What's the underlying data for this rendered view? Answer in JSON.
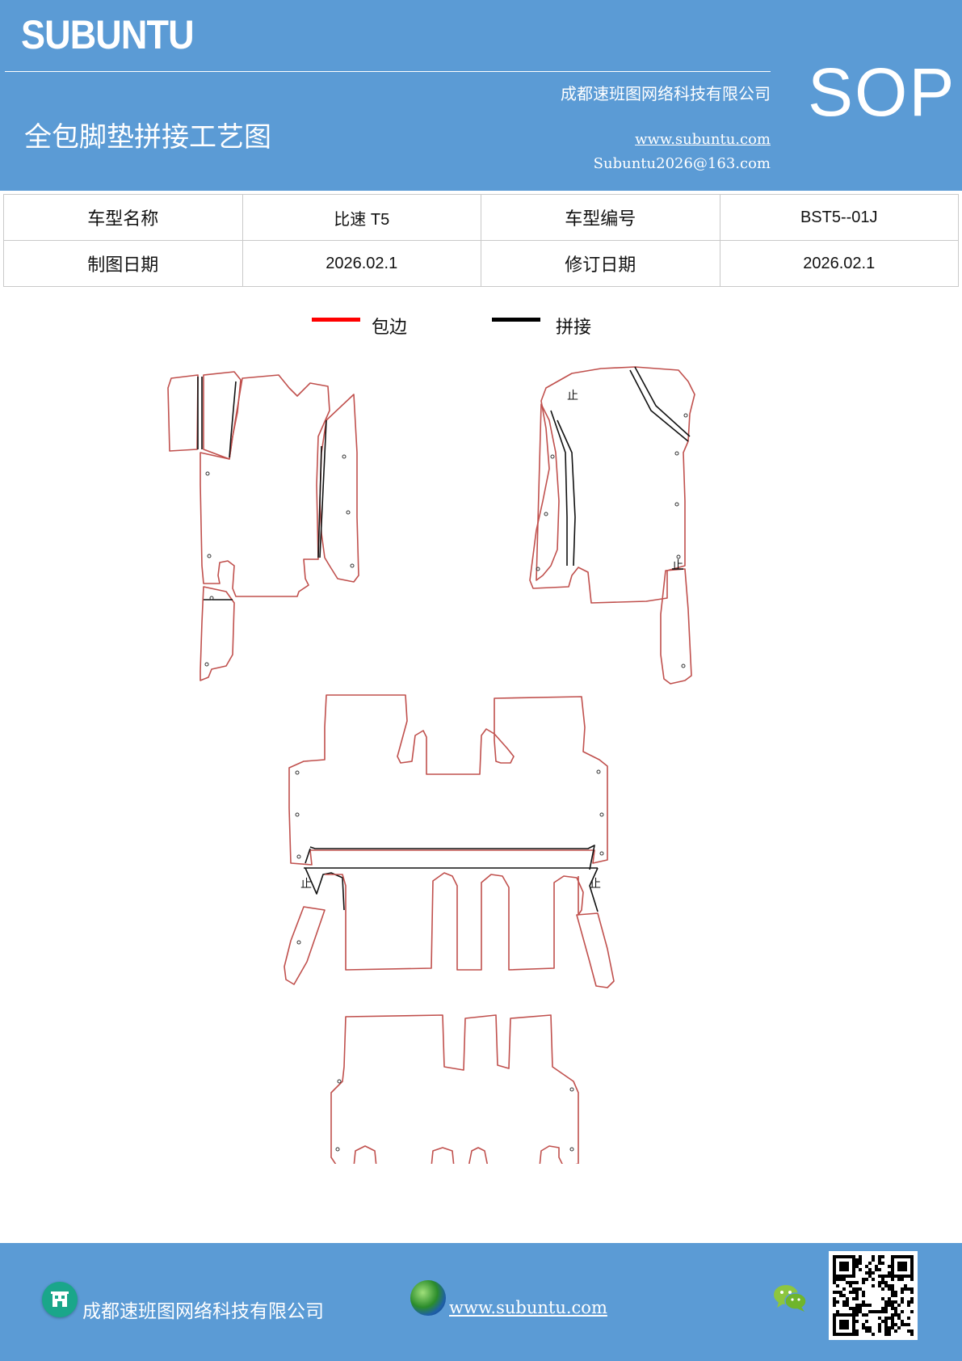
{
  "header": {
    "brand": "SUBUNTU",
    "company": "成都速班图网络科技有限公司",
    "title": "全包脚垫拼接工艺图",
    "website": "www.subuntu.com",
    "email": "Subuntu2026@163.com",
    "doc_type": "SOP"
  },
  "info_table": {
    "model_name_label": "车型名称",
    "model_name_value": "比速 T5",
    "model_code_label": "车型编号",
    "model_code_value": "BST5--01J",
    "drawing_date_label": "制图日期",
    "drawing_date_value": "2026.02.1",
    "revision_date_label": "修订日期",
    "revision_date_value": "2026.02.1"
  },
  "legend": {
    "edge_label": "包边",
    "edge_color": "#ff0000",
    "seam_label": "拼接",
    "seam_color": "#000000"
  },
  "diagram": {
    "stop_mark": "止",
    "outline_color": "#c0504d",
    "seam_color": "#111111"
  },
  "footer": {
    "company": "成都速班图网络科技有限公司",
    "website": "www.subuntu.com",
    "company_icon": "building-icon",
    "website_icon": "globe-icon",
    "wechat_icon": "wechat-icon",
    "qr_icon": "qr-code-icon"
  }
}
